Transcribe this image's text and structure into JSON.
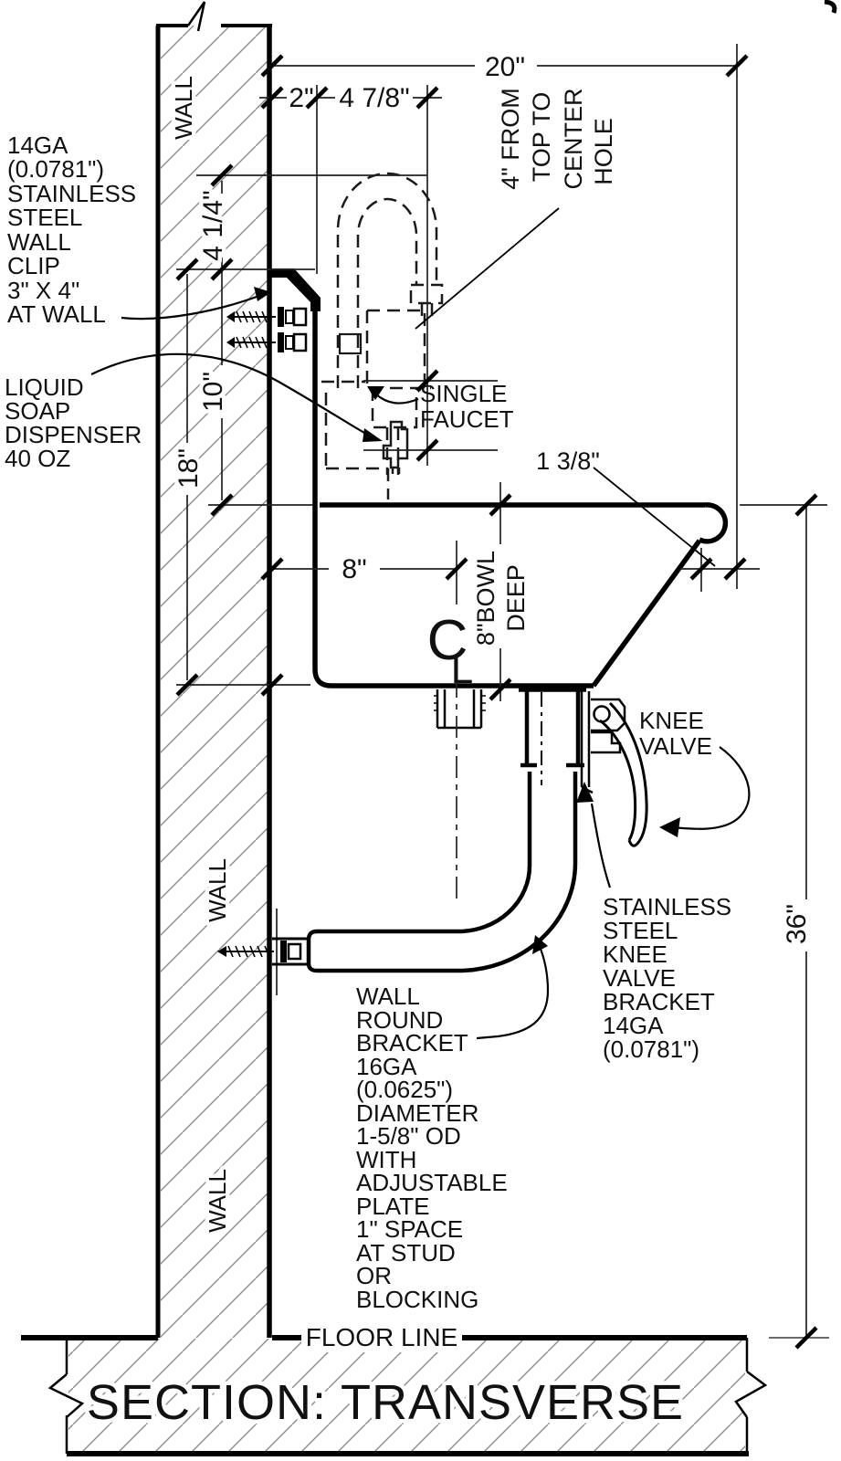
{
  "drawing": {
    "section_title": "SECTION: TRANSVERSE",
    "floor_line_label": "FLOOR LINE"
  },
  "wall_labels": [
    "WALL",
    "WALL",
    "WALL"
  ],
  "dims": {
    "overall_width": "20\"",
    "backsplash_gap": "2\"",
    "hole_offset": "4 7/8\"",
    "spout_clearance": "4 1/4\"",
    "clip_to_rim": "10\"",
    "clip_to_bottom": "18\"",
    "back_to_drain": "8\"",
    "rim_return": "1 3/8\"",
    "rim_height": "36\"",
    "bowl_depth": [
      "8\"BOWL",
      "DEEP"
    ],
    "hole_note": [
      "4\"  FROM",
      "TOP TO",
      "CENTER",
      "HOLE"
    ]
  },
  "notes": {
    "wall_clip": [
      "14GA",
      "(0.0781\")",
      "STAINLESS",
      "STEEL",
      "WALL",
      "CLIP",
      "3\" X 4\"",
      "AT WALL"
    ],
    "soap_dispenser": [
      "LIQUID",
      "SOAP",
      "DISPENSER",
      "40 OZ"
    ],
    "single_faucet": [
      "SINGLE",
      "FAUCET"
    ],
    "knee_valve": [
      "KNEE",
      "VALVE"
    ],
    "knee_valve_bracket": [
      "STAINLESS",
      "STEEL",
      "KNEE",
      "VALVE",
      "BRACKET",
      "14GA",
      "(0.0781\")"
    ],
    "wall_round_bracket": [
      "WALL",
      "ROUND",
      "BRACKET",
      "16GA",
      "(0.0625\")",
      "DIAMETER",
      "1-5/8\" OD",
      "WITH",
      "ADJUSTABLE",
      "PLATE",
      "1\" SPACE",
      "AT STUD",
      "OR",
      "BLOCKING"
    ]
  },
  "centerline_symbol": {
    "c": "C",
    "l": "L"
  },
  "colors": {
    "line": "#000000",
    "hatch": "#8a8a8a",
    "background": "#ffffff"
  }
}
